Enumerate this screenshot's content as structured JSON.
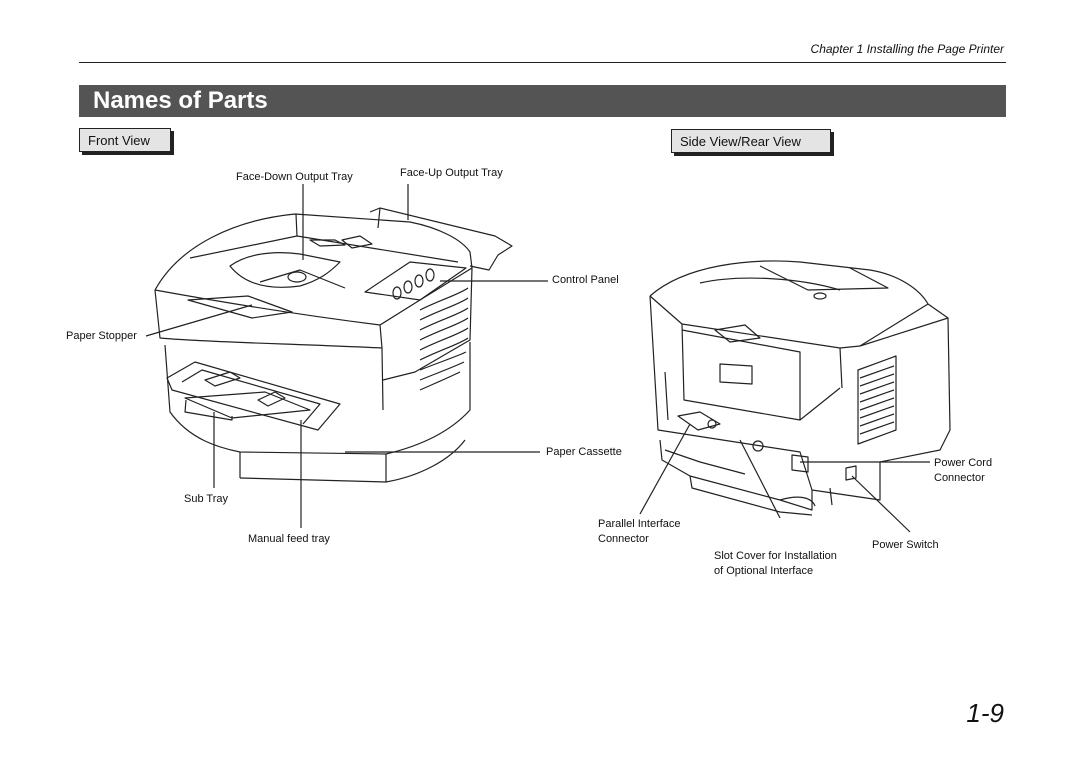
{
  "header": {
    "chapter": "Chapter 1  Installing the Page Printer"
  },
  "title": "Names of Parts",
  "front_view": {
    "tab_label": "Front View",
    "labels": {
      "face_down_output_tray": "Face-Down Output Tray",
      "face_up_output_tray": "Face-Up Output Tray",
      "control_panel": "Control Panel",
      "paper_stopper": "Paper Stopper",
      "paper_cassette": "Paper Cassette",
      "sub_tray": "Sub Tray",
      "manual_feed_tray": "Manual feed tray"
    }
  },
  "side_view": {
    "tab_label": "Side View/Rear View",
    "labels": {
      "power_cord_connector_line1": "Power Cord",
      "power_cord_connector_line2": "Connector",
      "parallel_interface_line1": "Parallel Interface",
      "parallel_interface_line2": "Connector",
      "power_switch": "Power Switch",
      "slot_cover_line1": "Slot Cover for Installation",
      "slot_cover_line2": "of Optional Interface"
    }
  },
  "page_number": "1-9"
}
